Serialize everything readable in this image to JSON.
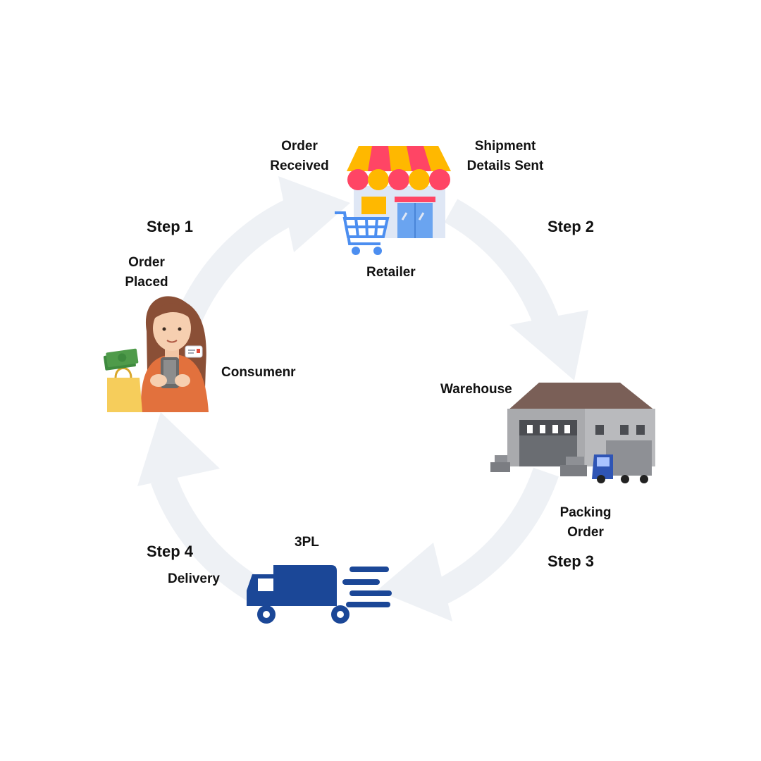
{
  "colors": {
    "arrow": "#eef1f5",
    "truck_blue": "#1b4797",
    "awning_yellow": "#ffb800",
    "awning_red": "#ff4565",
    "store_wall": "#dfe7f5",
    "warehouse_wall": "#a9aaad",
    "warehouse_roof": "#7a5f57",
    "shirt_orange": "#e2713d",
    "hair_brown": "#8a4f36"
  },
  "steps": {
    "step1": "Step 1",
    "step2": "Step 2",
    "step3": "Step 3",
    "step4": "Step 4"
  },
  "actions": {
    "order_placed": [
      "Order",
      "Placed"
    ],
    "order_received": [
      "Order",
      "Received"
    ],
    "shipment_details_sent": [
      "Shipment",
      "Details Sent"
    ],
    "packing_order": [
      "Packing",
      "Order"
    ],
    "delivery": "Delivery"
  },
  "actors": {
    "consumer": "Consumenr",
    "retailer": "Retailer",
    "warehouse": "Warehouse",
    "third_party_logistics": "3PL"
  },
  "icons": {
    "consumer": "woman-shopping-icon",
    "retailer": "store-with-cart-icon",
    "warehouse": "warehouse-with-truck-icon",
    "third_party_logistics": "fast-delivery-truck-icon"
  }
}
